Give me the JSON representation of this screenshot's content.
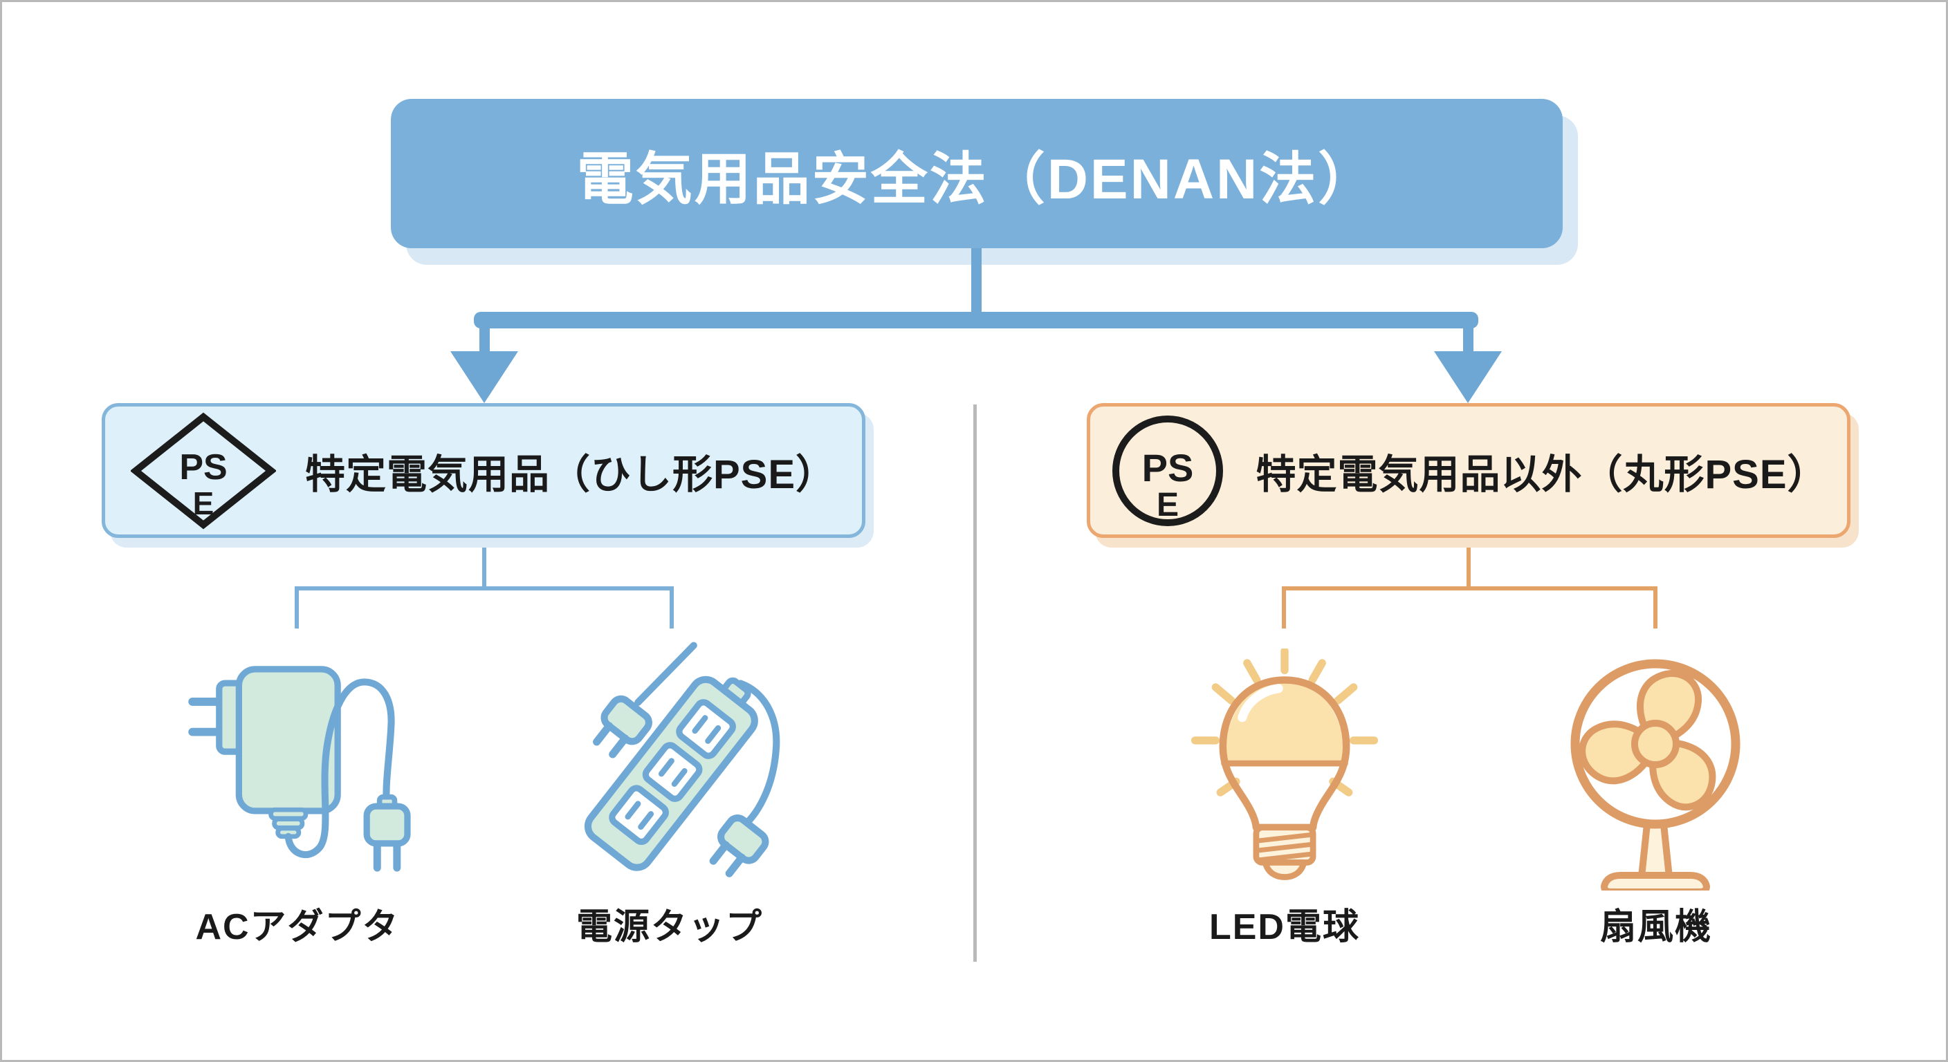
{
  "title": {
    "label": "電気用品安全法（DENAN法）"
  },
  "pse_mark": {
    "top": "PS",
    "bottom": "E"
  },
  "branches": [
    {
      "label": "特定電気用品（ひし形PSE）",
      "mark_shape": "diamond",
      "items": [
        "ACアダプタ",
        "電源タップ"
      ],
      "icons": [
        "ac-adapter-icon",
        "power-strip-icon"
      ]
    },
    {
      "label": "特定電気用品以外（丸形PSE）",
      "mark_shape": "circle",
      "items": [
        "LED電球",
        "扇風機"
      ],
      "icons": [
        "led-bulb-icon",
        "electric-fan-icon"
      ]
    }
  ],
  "colors": {
    "frame": "#b9b9b9",
    "title-bg": "#7bb0da",
    "title-text": "#ffffff",
    "title-shadow": "#d9e8f5",
    "arrow": "#6ea7d3",
    "left-fill": "#def0f9",
    "left-border": "#83b6da",
    "left-line": "#7cb0d9",
    "left-shadow": "#dcebf6",
    "right-fill": "#fbeedb",
    "right-border": "#eba76f",
    "right-line": "#e3a266",
    "right-shadow": "#f7e3cb",
    "divider": "#b9b9b9",
    "ink": "#1a1a1a",
    "mark-ink": "#1c1c1c",
    "icon-blue": "#6fa8d4",
    "icon-green": "#d2e9de",
    "icon-orange": "#dd9c66",
    "icon-yellow": "#fbe2ad",
    "icon-cream": "#fdf2dc",
    "icon-ray": "#f2cb87"
  }
}
